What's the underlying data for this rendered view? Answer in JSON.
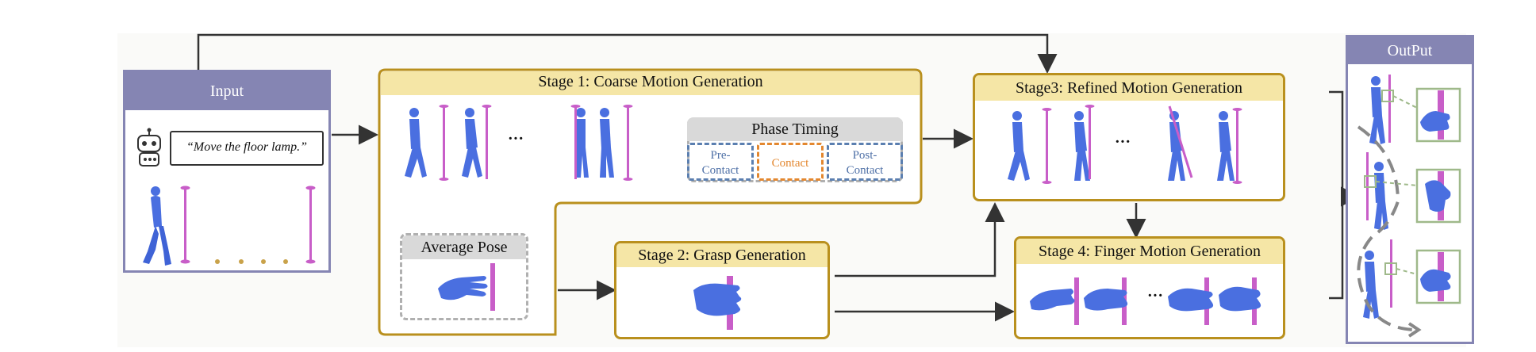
{
  "input": {
    "title": "Input",
    "prompt": "“Move the floor lamp.”"
  },
  "stage1": {
    "title": "Stage 1: Coarse Motion Generation",
    "ellipsis": "···",
    "phase_timing": {
      "title": "Phase Timing",
      "phases": [
        "Pre-\nContact",
        "Contact",
        "Post-\nContact"
      ]
    },
    "average_pose": "Average Pose"
  },
  "stage2": {
    "title": "Stage 2: Grasp Generation"
  },
  "stage3": {
    "title": "Stage3: Refined Motion Generation",
    "ellipsis": "···"
  },
  "stage4": {
    "title": "Stage 4: Finger Motion Generation",
    "ellipsis": "···"
  },
  "output": {
    "title": "OutPut"
  },
  "colors": {
    "stage_border": "#b9901e",
    "stage_header": "#f5e6a6",
    "io_header": "#8585b3",
    "human": "#4a6fe0",
    "lamp": "#c85ec8",
    "pre_post_contact": "#5b7fb0",
    "contact": "#e3872f"
  }
}
